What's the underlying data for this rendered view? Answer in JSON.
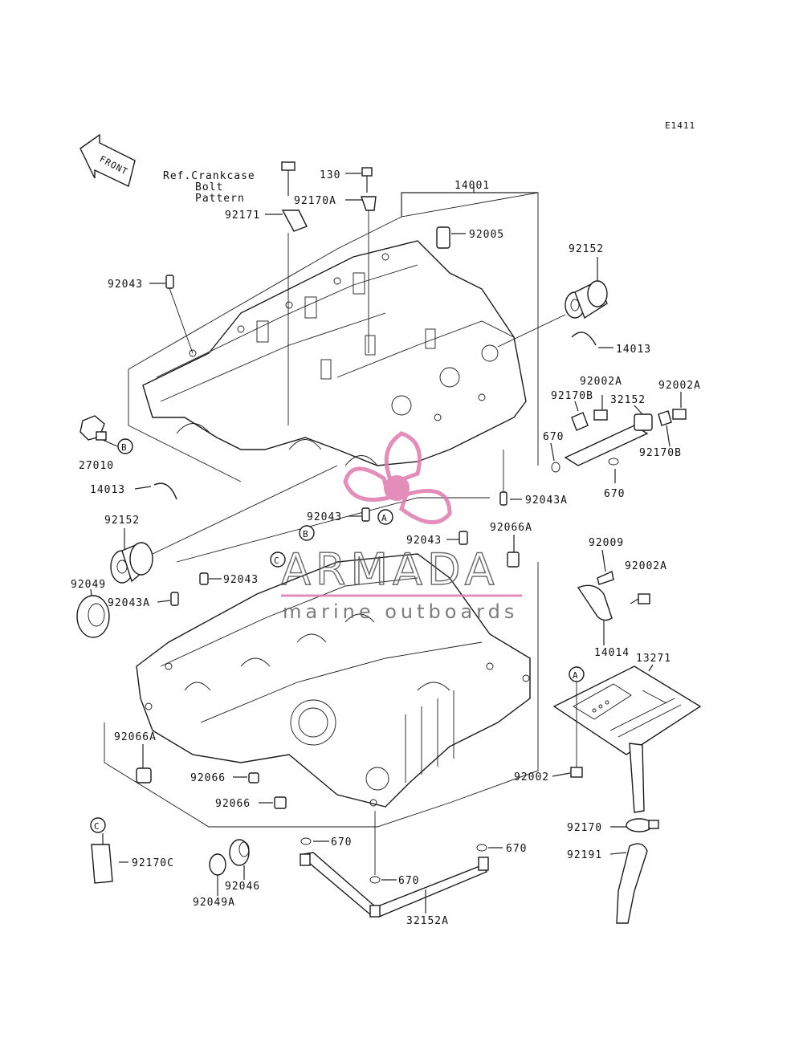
{
  "diagram_code": "E1411",
  "front_label": "FRONT",
  "ref_note": [
    "Ref.Crankcase",
    "Bolt",
    "Pattern"
  ],
  "callouts": [
    "A",
    "B",
    "C"
  ],
  "watermark": {
    "brand": "ARMADA",
    "tagline": "marine outboards",
    "color": "#e07ab0"
  },
  "labels": {
    "p130": "130",
    "p92170A": "92170A",
    "p14001": "14001",
    "p92171": "92171",
    "p92005": "92005",
    "p92152_top": "92152",
    "p92043_top": "92043",
    "p14013_right": "14013",
    "p92002A_1": "92002A",
    "p92002A_2": "92002A",
    "p92170B_1": "92170B",
    "p32152": "32152",
    "p670_1": "670",
    "p92170B_2": "92170B",
    "p670_2": "670",
    "p27010": "27010",
    "p14013_left": "14013",
    "p92043A_right": "92043A",
    "p92043_mid1": "92043",
    "p92152_left": "92152",
    "p92043_mid2": "92043",
    "p92066A_right": "92066A",
    "p92009": "92009",
    "p92002A_3": "92002A",
    "p92043_low": "92043",
    "p92049": "92049",
    "p92043A_left": "92043A",
    "p14014": "14014",
    "p13271": "13271",
    "p92066A_left": "92066A",
    "p92066_1": "92066",
    "p92002": "92002",
    "p92066_2": "92066",
    "p92170": "92170",
    "p670_3": "670",
    "p670_4": "670",
    "p92191": "92191",
    "p92170C": "92170C",
    "p670_5": "670",
    "p92046": "92046",
    "p92049A": "92049A",
    "p32152A": "32152A"
  }
}
